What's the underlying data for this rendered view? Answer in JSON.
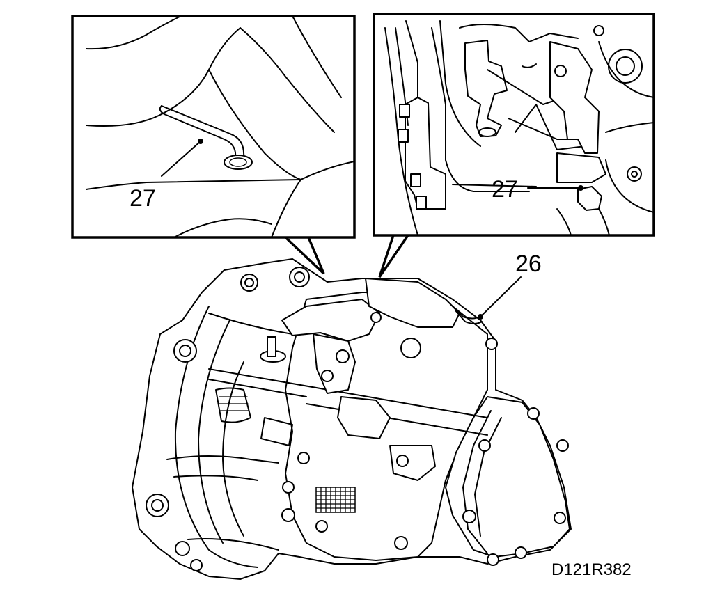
{
  "figure": {
    "drawing_code": "D121R382",
    "callouts": {
      "left_inset": "27",
      "right_inset": "27",
      "main_view": "26"
    }
  },
  "colors": {
    "line": "#000000",
    "background": "#ffffff"
  }
}
